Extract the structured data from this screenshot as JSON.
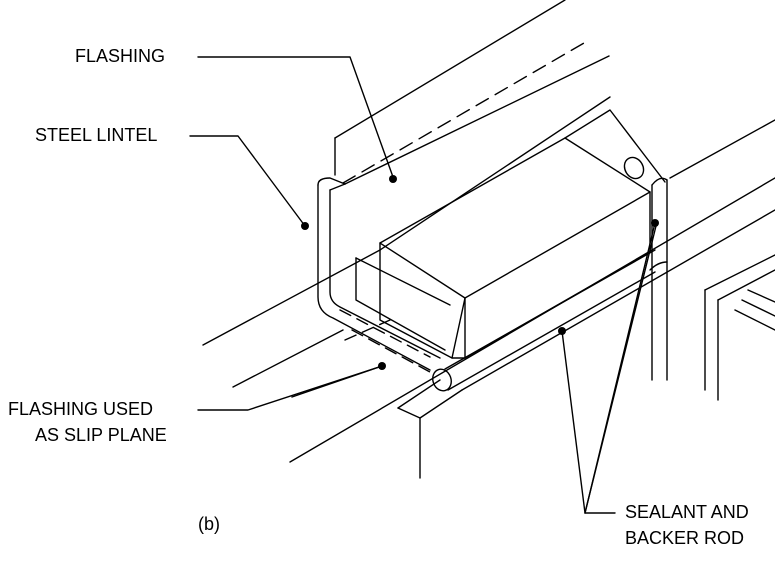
{
  "labels": {
    "flashing": "FLASHING",
    "steel_lintel": "STEEL LINTEL",
    "flashing_slip_line1": "FLASHING USED",
    "flashing_slip_line2": "AS SLIP PLANE",
    "sealant_line1": "SEALANT AND",
    "sealant_line2": "BACKER ROD",
    "figure_tag": "(b)"
  },
  "colors": {
    "ink": "#000000",
    "background": "#ffffff"
  }
}
